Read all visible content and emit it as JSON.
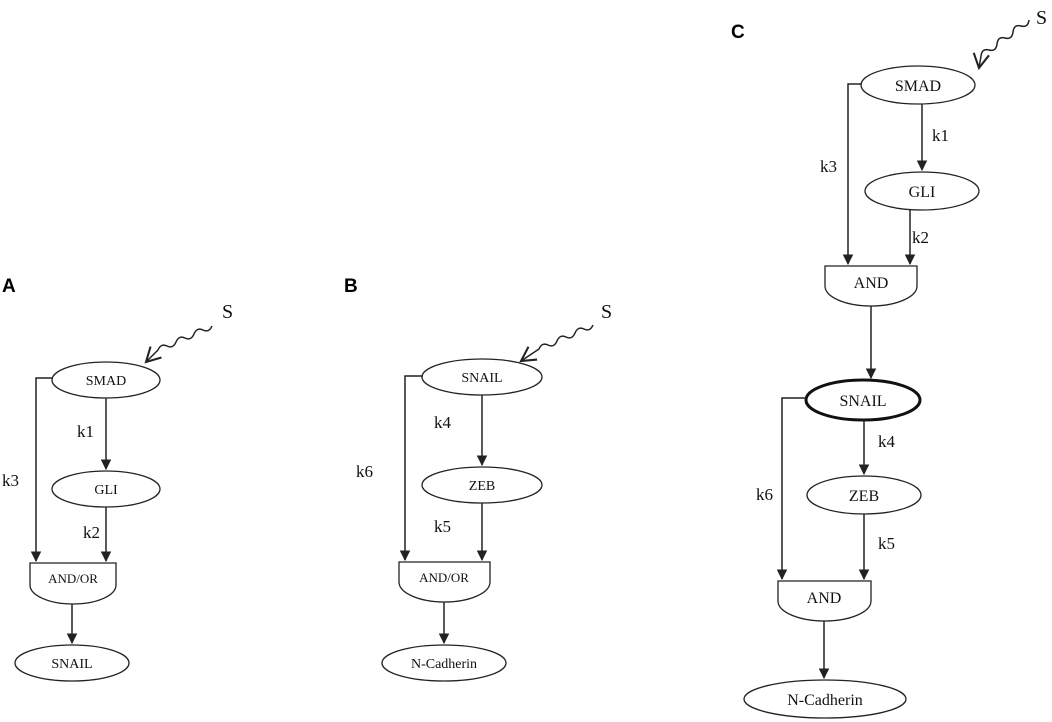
{
  "panels": {
    "a": {
      "letter": "A",
      "signal": "S",
      "nodes": {
        "smad": "SMAD",
        "gli": "GLI",
        "gate": "AND/OR",
        "out": "SNAIL"
      },
      "rates": {
        "k1": "k1",
        "k2": "k2",
        "k3": "k3"
      }
    },
    "b": {
      "letter": "B",
      "signal": "S",
      "nodes": {
        "snail": "SNAIL",
        "zeb": "ZEB",
        "gate": "AND/OR",
        "out": "N-Cadherin"
      },
      "rates": {
        "k4": "k4",
        "k5": "k5",
        "k6": "k6"
      }
    },
    "c": {
      "letter": "C",
      "signal": "S",
      "nodes": {
        "smad": "SMAD",
        "gli": "GLI",
        "gate1": "AND",
        "snail": "SNAIL",
        "zeb": "ZEB",
        "gate2": "AND",
        "out": "N-Cadherin"
      },
      "rates": {
        "k1": "k1",
        "k2": "k2",
        "k3": "k3",
        "k4": "k4",
        "k5": "k5",
        "k6": "k6"
      }
    }
  }
}
